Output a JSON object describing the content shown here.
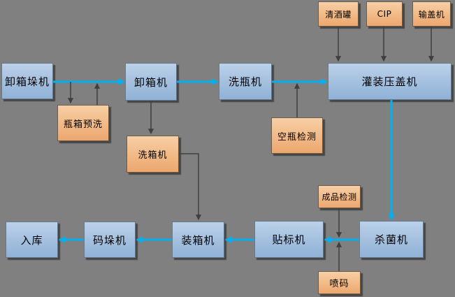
{
  "diagram": {
    "background_color": "#808080",
    "main_flow_color": "#00b0f0",
    "aux_arrow_color": "#3f3f3f",
    "node_blue_fill_top": "#bcd1e9",
    "node_blue_fill_bottom": "#8fb2d6",
    "node_orange_fill_top": "#f7cfa6",
    "node_orange_fill_bottom": "#eda76f",
    "nodes": {
      "unload_palletizer": {
        "label": "卸箱垛机"
      },
      "crate_prewash": {
        "label": "瓶箱预洗"
      },
      "uncaser": {
        "label": "卸箱机"
      },
      "crate_washer": {
        "label": "洗箱机"
      },
      "bottle_washer": {
        "label": "洗瓶机"
      },
      "empty_bottle_inspect": {
        "label": "空瓶检测"
      },
      "filler_capper": {
        "label": "灌装压盖机"
      },
      "beer_tank": {
        "label": "清酒罐"
      },
      "cip": {
        "label": "CIP"
      },
      "cap_feeder": {
        "label": "输盖机"
      },
      "pasteurizer": {
        "label": "杀菌机"
      },
      "labeler": {
        "label": "贴标机"
      },
      "case_packer": {
        "label": "装箱机"
      },
      "palletizer": {
        "label": "码垛机"
      },
      "warehouse": {
        "label": "入库"
      },
      "product_inspect": {
        "label": "成品检测"
      },
      "inkjet_coder": {
        "label": "喷码"
      }
    }
  }
}
